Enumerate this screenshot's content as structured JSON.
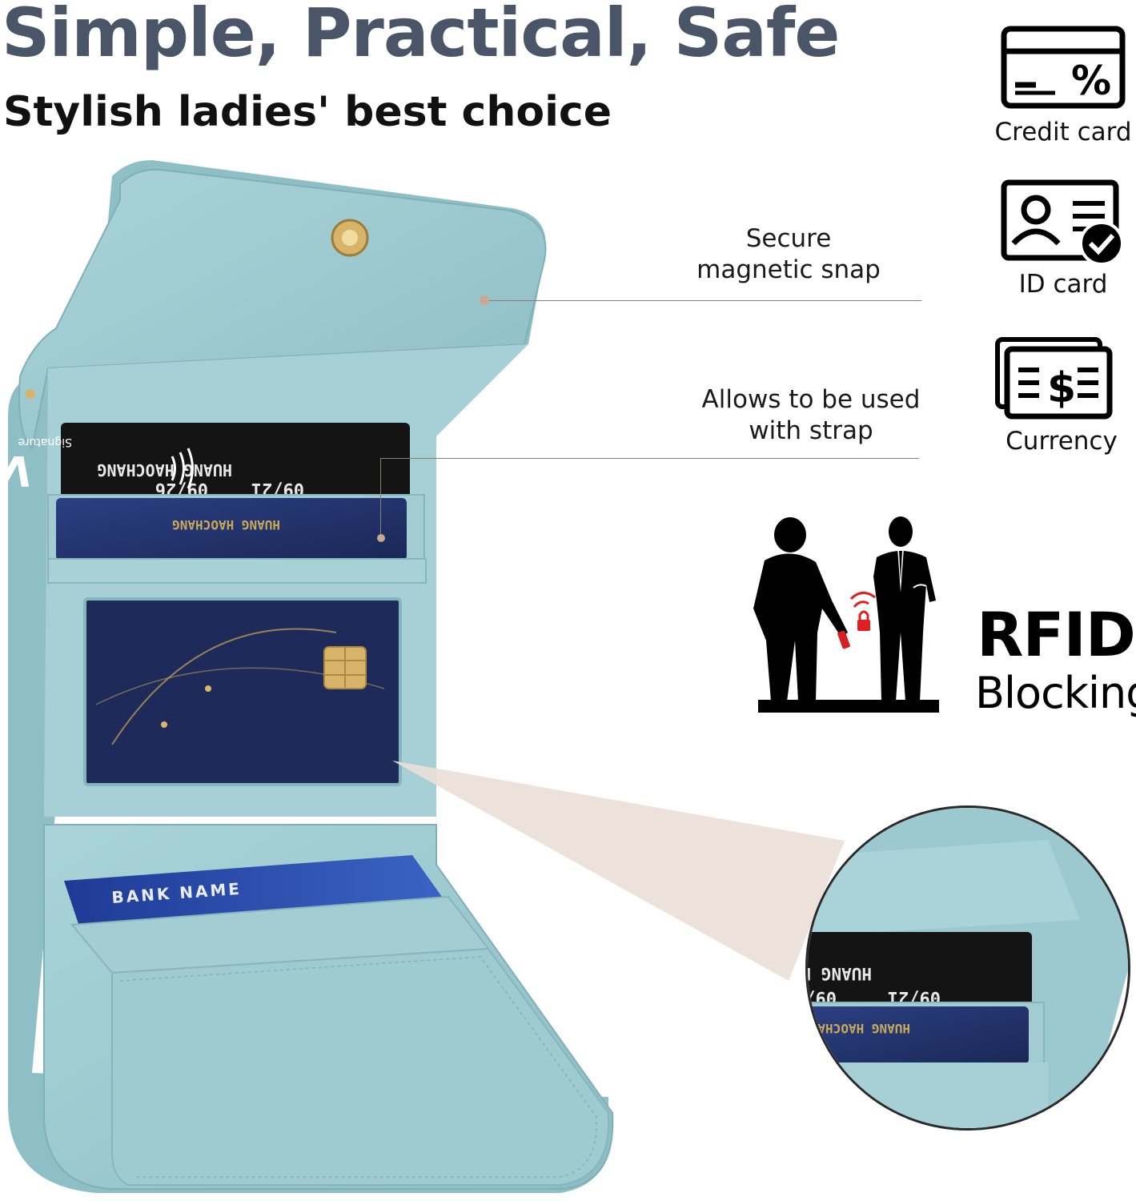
{
  "header": {
    "headline": "Simple, Practical, Safe",
    "subheadline": "Stylish ladies' best choice"
  },
  "callouts": [
    {
      "line1": "Secure",
      "line2": "magnetic snap"
    },
    {
      "line1": "Allows to be used",
      "line2": "with strap"
    }
  ],
  "features": [
    {
      "label": "Credit card",
      "icon": "credit-card-icon"
    },
    {
      "label": "ID card",
      "icon": "id-card-icon"
    },
    {
      "label": "Currency",
      "icon": "currency-icon"
    }
  ],
  "rfid": {
    "title": "RFID",
    "subtitle": "Blocking",
    "icon": "rfid-lock-icon"
  },
  "cards": {
    "visa_brand": "VISA",
    "signature": "Signature",
    "holder_name": "HUANG HAOCHANG",
    "valid_from": "09/21",
    "valid_thru": "09/26",
    "bank_name": "BANK NAME"
  },
  "colors": {
    "headline": "#4a5568",
    "wallet": "#9cc9cf",
    "wallet_dark": "#7fb0b8",
    "card_blue": "#23346e",
    "accent_red": "#e02020"
  }
}
